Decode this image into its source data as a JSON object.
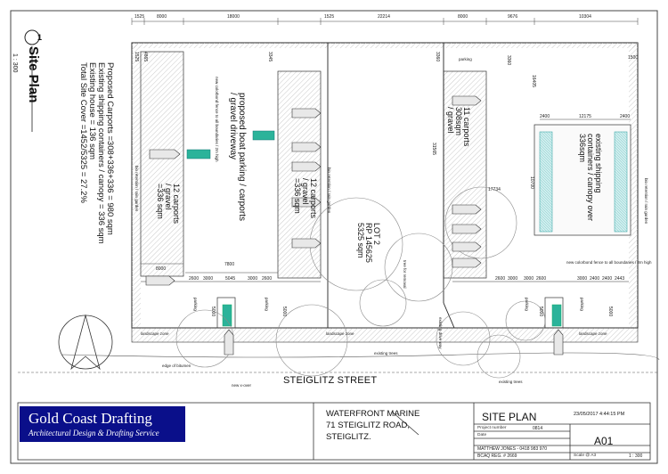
{
  "sheet_title": {
    "number": "1",
    "title": "Site Plan",
    "scale": "1 : 300"
  },
  "summary": [
    "Proposed Carports =308+336+336 = 980 sqm",
    "Existing shipping containers / canopy = 336 sqm",
    "Existing house = 136 sqm",
    "Total Site Cover =1452/5325 = 27.2%"
  ],
  "areas": {
    "left_carports": [
      "12 carports",
      "/ gravel",
      "=336 sqm"
    ],
    "mid_carports": [
      "12 carports",
      "/ gravel",
      "=336 sqm"
    ],
    "boat_parking": [
      "proposed boat parking / carports",
      "/ gravel driveway"
    ],
    "right_carports": [
      "11 carports",
      "308sqm",
      "/ gravel"
    ],
    "containers": [
      "existing shipping",
      "containers / canopy over",
      "336sqm"
    ],
    "lot": [
      "LOT 2",
      "RP 145625",
      "5325 sqm"
    ]
  },
  "dims": {
    "top": [
      "1525",
      "8000",
      "18000",
      "1525",
      "22214",
      "8000",
      "9676",
      "10304"
    ],
    "bottom_left": [
      "8000",
      "7800",
      "2600",
      "3000",
      "5045",
      "3000",
      "2600"
    ],
    "bottom_right": [
      "2600",
      "3000",
      "3000",
      "2600",
      "3000",
      "2400",
      "2400",
      "2443"
    ],
    "misc": [
      "1525",
      "4865",
      "3345",
      "3360",
      "3360",
      "16405",
      "31565",
      "17734",
      "10700",
      "2400",
      "12175",
      "2400",
      "1500",
      "5000",
      "5000",
      "5000",
      "5000"
    ]
  },
  "notes": {
    "new_colorbond_left": "new colorbond fence to all boundaries / 2m high",
    "new_colorbond_right": "new colorbond fence to all boundaries / 2m high",
    "bio_retention": "bio retention / rain garden",
    "landscape": "landscape zone",
    "existing_trees": "existing trees",
    "edge_bitumen": "edge of bitumen",
    "new_xover": "new x-over",
    "parking": "parking",
    "tree_removal": "tree for removal",
    "existing_drive": "existing drive way"
  },
  "street": "STEIGLITZ STREET",
  "title_block": {
    "firm_name": "Gold Coast Drafting",
    "firm_tagline": "Architectural Design & Drafting Service",
    "project_lines": [
      "WATERFRONT MARINE",
      "71 STEIGLITZ ROAD,",
      "STEIGLITZ."
    ],
    "drawing_title": "SITE PLAN",
    "datetime": "23/05/2017 4:44:15 PM",
    "project_number_label": "Project number",
    "project_number": "0814",
    "date_label": "Date",
    "drawn_by": "MATTHEW JONES - 0418 983 970",
    "bcaq": "BCAQ REG. # 2669",
    "scale": "Scale @ A3",
    "scale_value": "1 : 300",
    "sheet_number": "A01"
  }
}
